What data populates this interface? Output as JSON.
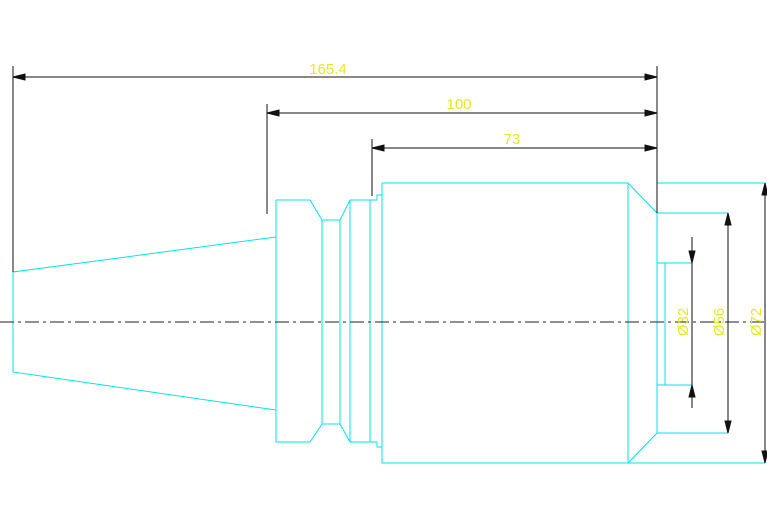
{
  "colors": {
    "background": "#ffffff",
    "outline": "#00e5ee",
    "dimension_line": "#111111",
    "dimension_text": "#e8e820",
    "centerline": "#222222"
  },
  "dimensions": {
    "overall_length": "165.4",
    "flange_to_end": "100",
    "body_length": "73",
    "bore_diameter": "Ø32",
    "recess_diameter": "Ø56",
    "outer_diameter": "Ø72"
  }
}
